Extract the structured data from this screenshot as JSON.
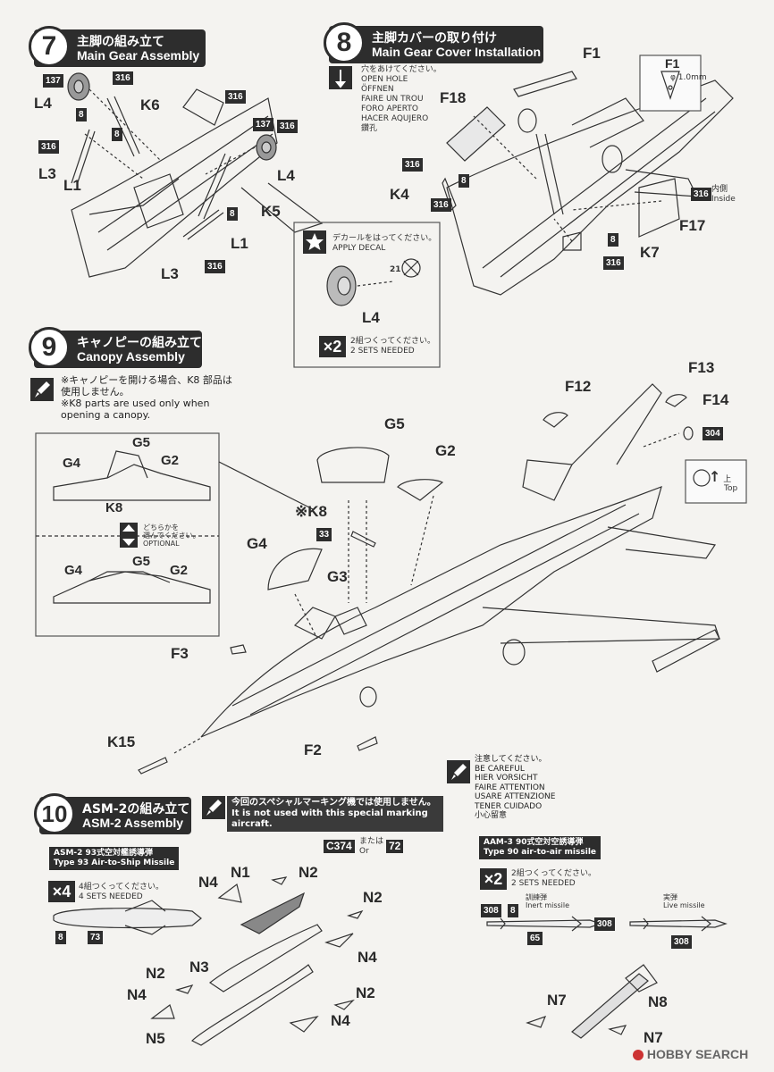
{
  "step7": {
    "num": "7",
    "jp": "主脚の組み立て",
    "en": "Main Gear Assembly",
    "labels": {
      "L4a": "L4",
      "K6": "K6",
      "L3a": "L3",
      "L1a": "L1",
      "L4b": "L4",
      "K5": "K5",
      "L1b": "L1",
      "L3b": "L3"
    },
    "tags": {
      "t137a": "137",
      "t316a": "316",
      "t8a": "8",
      "t8b": "8",
      "t316b": "316",
      "t316c": "316",
      "t137b": "137",
      "t316d": "316",
      "t8c": "8",
      "t316e": "316"
    }
  },
  "step8": {
    "num": "8",
    "jp": "主脚カバーの取り付け",
    "en": "Main Gear Cover Installation",
    "hole_note": [
      "穴をあけてください。",
      "OPEN HOLE",
      "ÖFFNEN",
      "FAIRE UN TROU",
      "FORO APERTO",
      "HACER AQUJERO",
      "鑽孔"
    ],
    "labels": {
      "F1": "F1",
      "F18": "F18",
      "K4": "K4",
      "F17": "F17",
      "K7": "K7",
      "F1_inset": "F1",
      "L4_decal": "L4"
    },
    "drill": "φ 1.0mm",
    "tags": {
      "t316a": "316",
      "t8a": "8",
      "t316b": "316",
      "t316c": "316",
      "t8b": "8",
      "t316d": "316",
      "t21": "21"
    },
    "inside_jp": "内側",
    "inside_en": "Inside",
    "decal_jp": "デカールをはってください。",
    "decal_en": "APPLY DECAL",
    "sets_mult": "×2",
    "sets_jp": "2組つくってください。",
    "sets_en": "2 SETS NEEDED"
  },
  "step9": {
    "num": "9",
    "jp": "キャノピーの組み立て",
    "en": "Canopy Assembly",
    "note_jp1": "※キャノピーを開ける場合、K8 部品は",
    "note_jp2": "使用しません。",
    "note_en1": "※K8 parts are used only when",
    "note_en2": "opening a canopy.",
    "inset_labels": {
      "G5a": "G5",
      "G4a": "G4",
      "G2a": "G2",
      "K8": "K8",
      "G5b": "G5",
      "G4b": "G4",
      "G2b": "G2"
    },
    "optional_jp1": "どちらかを",
    "optional_jp2": "選んでください。",
    "optional_en": "OPTIONAL",
    "labels": {
      "G5": "G5",
      "G2": "G2",
      "K8": "※K8",
      "G4": "G4",
      "G3": "G3",
      "F12": "F12",
      "F13": "F13",
      "F14": "F14",
      "F3": "F3",
      "K15": "K15",
      "F2": "F2"
    },
    "tags": {
      "t33": "33",
      "t304": "304"
    },
    "top_jp": "上",
    "top_en": "Top"
  },
  "caution": [
    "注意してください。",
    "BE CAREFUL",
    "HIER VORSICHT",
    "FAIRE ATTENTION",
    "USARE ATTENZIONE",
    "TENER CUIDADO",
    "小心留意"
  ],
  "step10": {
    "num": "10",
    "jp": "ASM-2の組み立て",
    "en": "ASM-2 Assembly",
    "notice_jp": "今回のスペシャルマーキング機では使用しません。",
    "notice_en": "It is not used with this special marking aircraft.",
    "asm_jp": "ASM-2 93式空対艦誘導弾",
    "asm_en": "Type 93 Air-to-Ship Missile",
    "asm_mult": "×4",
    "asm_sets_jp": "4組つくってください。",
    "asm_sets_en": "4 SETS NEEDED",
    "asm_tags": {
      "t8": "8",
      "t73": "73"
    },
    "c374": "C374",
    "or_jp": "または",
    "or_en": "Or",
    "t72": "72",
    "labels": {
      "N1": "N1",
      "N2a": "N2",
      "N4a": "N4",
      "N2b": "N2",
      "N4b": "N4",
      "N3": "N3",
      "N2c": "N2",
      "N4c": "N4",
      "N2d": "N2",
      "N5": "N5",
      "N4d": "N4"
    }
  },
  "aam3": {
    "jp": "AAM-3 90式空対空誘導弾",
    "en": "Type 90 air-to-air missile",
    "mult": "×2",
    "sets_jp": "2組つくってください。",
    "sets_en": "2 SETS NEEDED",
    "inert_jp": "訓練弾",
    "inert_en": "Inert missile",
    "live_jp": "実弾",
    "live_en": "Live missile",
    "tags": {
      "t308a": "308",
      "t8": "8",
      "t308b": "308",
      "t65": "65",
      "t308c": "308"
    },
    "labels": {
      "N7a": "N7",
      "N8": "N8",
      "N7b": "N7"
    }
  },
  "watermark": "HOBBY SEARCH"
}
